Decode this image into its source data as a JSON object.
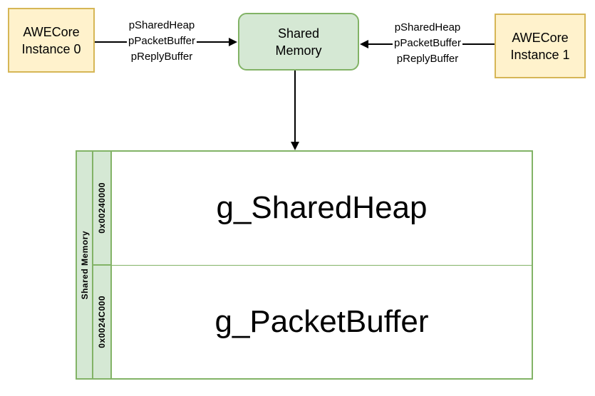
{
  "diagram": {
    "nodes": {
      "instance0": {
        "line1": "AWECore",
        "line2": "Instance 0"
      },
      "instance1": {
        "line1": "AWECore",
        "line2": "Instance 1"
      },
      "shared_memory": {
        "line1": "Shared",
        "line2": "Memory"
      }
    },
    "links": {
      "left_labels": [
        "pSharedHeap",
        "pPacketBuffer",
        "pReplyBuffer"
      ],
      "right_labels": [
        "pSharedHeap",
        "pPacketBuffer",
        "pReplyBuffer"
      ]
    },
    "memory_table": {
      "side_header": "Shared Memory",
      "rows": [
        {
          "address": "0x00240000",
          "region": "g_SharedHeap"
        },
        {
          "address": "0x0024C000",
          "region": "g_PacketBuffer"
        }
      ]
    },
    "colors": {
      "yellow_fill": "#FFF2CC",
      "yellow_border": "#D6B656",
      "green_fill": "#D5E8D4",
      "green_border": "#82B366",
      "line": "#000000",
      "text": "#000000"
    }
  }
}
